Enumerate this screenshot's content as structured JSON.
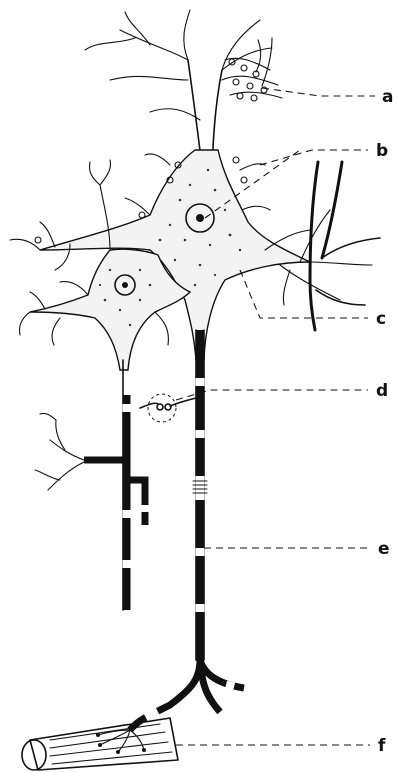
{
  "labels": {
    "a": "a",
    "b": "b",
    "c": "c",
    "d": "d",
    "e": "e",
    "f": "f"
  }
}
